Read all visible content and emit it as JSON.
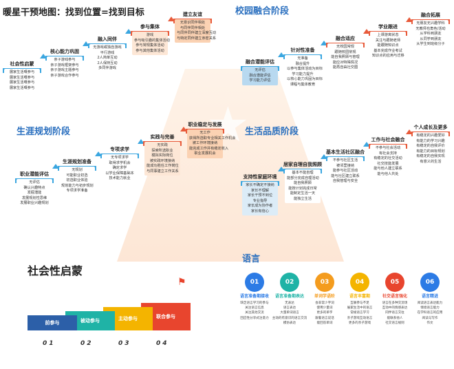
{
  "main_title": "暖星干预地图：找到位置=找到目标",
  "section1": {
    "title": "",
    "steps": [
      {
        "label": "社会性启蒙",
        "color": "#3aa6e0",
        "items": [
          "展家生活嘅参与",
          "展家生活嘅参与",
          "展家生活嘅参与",
          "展家生活嘅参与"
        ]
      },
      {
        "label": "核心能力巩固",
        "color": "#3aa6e0",
        "items": [
          "亲子游戏参与",
          "亲子游戏框架参与",
          "亲子游戏主题参与",
          "亲子游戏合作参与"
        ]
      },
      {
        "label": "融入同伴",
        "color": "#3aa6e0",
        "items": [
          "无游戏或独自游戏",
          "平行游戏",
          "2人简单互动",
          "2人保持互动",
          "多同伴游戏"
        ]
      },
      {
        "label": "参与集体",
        "color": "#e85a3a",
        "items": [
          "游戏",
          "参与吸引趣的集体活动",
          "参与常规集体活动",
          "参与其他集体活动"
        ]
      },
      {
        "label": "建立友谊",
        "color": "#e85a3a",
        "items": [
          "无意识同伴相处",
          "与同伴同伴相处",
          "与同伴同伴建立深度互动",
          "与特定同伴建立亲密关系"
        ]
      }
    ]
  },
  "section2": {
    "title": "校园融合阶段",
    "steps": [
      {
        "label": "融合潜能评估",
        "color": "#3aa6e0",
        "items": [
          "无评估",
          "融合潜能评估",
          "学习能力评估"
        ]
      },
      {
        "label": "针对性准备",
        "color": "#3aa6e0",
        "items": [
          "无准备",
          "融合提升",
          "以参与集体活动为目标",
          "学习能力提升",
          "以核心能力巩固为目标",
          "课程与集体教育"
        ]
      },
      {
        "label": "融合适应",
        "color": "#e85a3a",
        "items": [
          "无校园常规",
          "跟随校园常规",
          "能自我照顾与管理",
          "能应对特殊情况",
          "能再自由社交圈"
        ]
      },
      {
        "label": "学业跟进",
        "color": "#e85a3a",
        "items": [
          "上课游离状态",
          "关注与跟随老师",
          "能跟随知识点",
          "基本完成作业考试",
          "知识点的应用与迁移"
        ]
      },
      {
        "label": "融合拓展",
        "color": "#e85a3a",
        "items": [
          "无朋友无兴趣学科",
          "无教师也角色/活动",
          "从学科到朋友",
          "从同学到朋友",
          "从学生到班级分子"
        ]
      }
    ]
  },
  "section3": {
    "title": "生涯规划阶段",
    "steps": [
      {
        "label": "职业潜能评估",
        "color": "#3aa6e0",
        "items": [
          "无评估",
          "确认兴趣特点",
          "发掘潜能",
          "发展规划性思维",
          "发展职业兴趣规划"
        ]
      },
      {
        "label": "生涯规划准备",
        "color": "#3aa6e0",
        "items": [
          "无规划",
          "可能职业初选",
          "初选职业体验",
          "规划能力与初步规划",
          "专项求学准备"
        ]
      },
      {
        "label": "专项求学",
        "color": "#3aa6e0",
        "items": [
          "无专项求学",
          "取得求学机会",
          "确定求学",
          "以学业保障基础本",
          "技术能力就业"
        ]
      },
      {
        "label": "实践与完善",
        "color": "#e85a3a",
        "items": [
          "无实践",
          "探索所选职业",
          "模拟实际岗位",
          "被实践环境接纳",
          "能成功胜任工作岗位",
          "与同事建立工作关系"
        ]
      },
      {
        "label": "职业稳定与发展",
        "color": "#e85a3a",
        "items": [
          "无工作",
          "获得所选取专业相关工作机会",
          "被工作环境接纳",
          "能完成工作并有稳定收入",
          "职业发展机会"
        ]
      }
    ]
  },
  "section4": {
    "title": "生活品质阶段",
    "steps": [
      {
        "label": "支持性家庭环境",
        "color": "#3aa6e0",
        "items": [
          "家长不确定不接纳",
          "家长不理解",
          "家长干预不到位",
          "专业指导",
          "家长成为协作者",
          "家长有信心"
        ]
      },
      {
        "label": "居家自理自我照顾",
        "color": "#3aa6e0",
        "items": [
          "基本不能自理",
          "能部分完成自理活动",
          "能自我照顾",
          "能按计划完成日常",
          "能制定生活一天",
          "能独立生活"
        ]
      },
      {
        "label": "基本生活社区融合",
        "color": "#3aa6e0",
        "items": [
          "不参与社区生活",
          "被邻里接纳",
          "能参与社区活动",
          "能与社区建立联系",
          "自我管理与安全"
        ]
      },
      {
        "label": "工作与社会融合",
        "color": "#e85a3a",
        "items": [
          "不参与社会活动",
          "有社会支持",
          "有稳定的社交活动",
          "社交技能发展",
          "能与他人建立联系",
          "能与他人共处"
        ]
      },
      {
        "label": "个人成长及更多",
        "color": "#e85a3a",
        "items": [
          "有稳定的兴趣爱好",
          "有能力的学习兴趣",
          "有稳定的自我评价",
          "有能力的目标规划",
          "有稳定的自我实现",
          "有意义的生活"
        ]
      }
    ]
  },
  "section5": {
    "title": "社会性启蒙",
    "stairs": [
      {
        "label": "前参与",
        "num": "01",
        "color": "#2c5fa8"
      },
      {
        "label": "被动参与",
        "num": "02",
        "color": "#1fb3a6"
      },
      {
        "label": "主动参与",
        "num": "03",
        "color": "#f4b400"
      },
      {
        "label": "联合参与",
        "num": "04",
        "color": "#e8452e"
      }
    ]
  },
  "section6": {
    "title": "语言",
    "steps": [
      {
        "num": "01",
        "name": "语言准备期接收",
        "color": "#2c7be5",
        "items": [
          "缺乏语言学习的参与",
          "关注语言信息",
          "关注其他交流",
          "回应性分享式注意力"
        ]
      },
      {
        "num": "02",
        "name": "语言准备期表达",
        "color": "#1fb3a6",
        "items": [
          "无表达",
          "语言表达",
          "大量单词语言",
          "主动的有意识的语言交流",
          "模仿表达"
        ]
      },
      {
        "num": "03",
        "name": "单词学语阶",
        "color": "#f49c1e",
        "items": [
          "会非常少字词",
          "使用少量词",
          "更多的单字",
          "跟着语言说话",
          "能回答单词"
        ]
      },
      {
        "num": "04",
        "name": "语言丰富期",
        "color": "#f4b400",
        "items": [
          "互联参与不足",
          "展家生活中的语言",
          "常规语言学习",
          "亲子游戏互动语言",
          "更多的亲子游戏"
        ]
      },
      {
        "num": "05",
        "name": "社交语言强化",
        "color": "#e8452e",
        "items": [
          "语言在多种交流场",
          "互动中的情感表达",
          "同伴语言交往",
          "能联系他人",
          "社交语言规则"
        ]
      },
      {
        "num": "06",
        "name": "语言精进",
        "color": "#2c7be5",
        "items": [
          "阅读语言表达能力",
          "情境语言能力",
          "在学科语言的应用",
          "阅读与写作",
          "作文"
        ]
      }
    ]
  }
}
